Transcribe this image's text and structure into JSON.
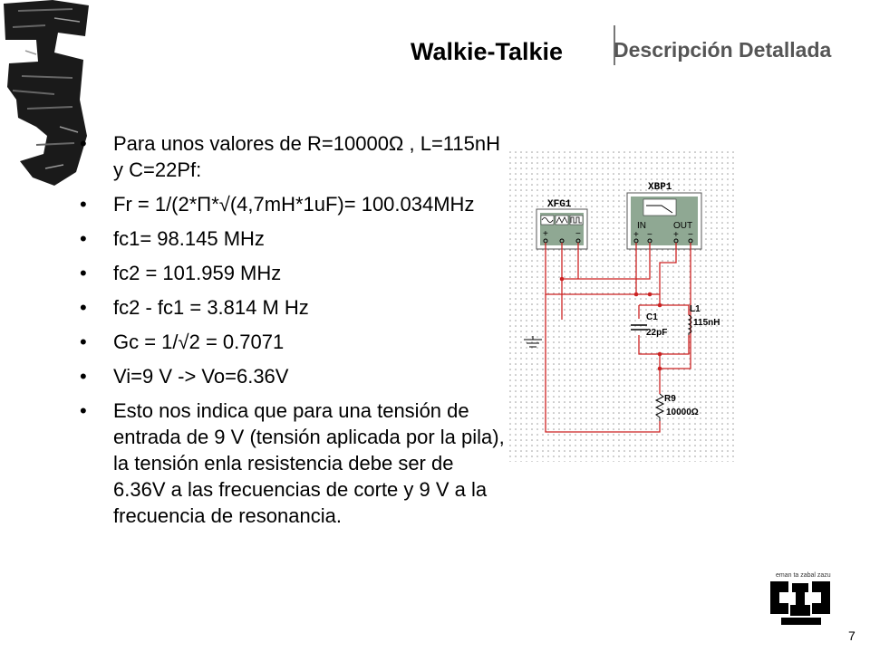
{
  "title": "Walkie-Talkie",
  "subtitle": "Descripción Detallada",
  "bullets": [
    "Para unos valores de R=10000Ω , L=115nH y C=22Pf:",
    "Fr = 1/(2*Π*√(4,7mH*1uF)= 100.034MHz",
    "fc1= 98.145 MHz",
    "fc2 = 101.959 MHz",
    "fc2 - fc1 = 3.814 M Hz",
    "Gc = 1/√2 = 0.7071",
    " Vi=9 V -> Vo=6.36V",
    "Esto nos indica que para una tensión de entrada de 9 V (tensión aplicada por la pila), la tensión enla resistencia debe ser de 6.36V a las frecuencias de corte y 9 V a la frecuencia de resonancia."
  ],
  "circuit": {
    "xfg_label": "XFG1",
    "xbp_label": "XBP1",
    "in_label": "IN",
    "out_label": "OUT",
    "c_name": "C1",
    "c_value": "22pF",
    "l_name": "L1",
    "l_value": "115nH",
    "r_name": "R9",
    "r_value": "10000Ω",
    "plus": "+",
    "minus": "−",
    "wire_color": "#cc2222",
    "instrument_color": "#8fa893"
  },
  "logo_text": "eman ta zabal zazu",
  "page_number": "7"
}
